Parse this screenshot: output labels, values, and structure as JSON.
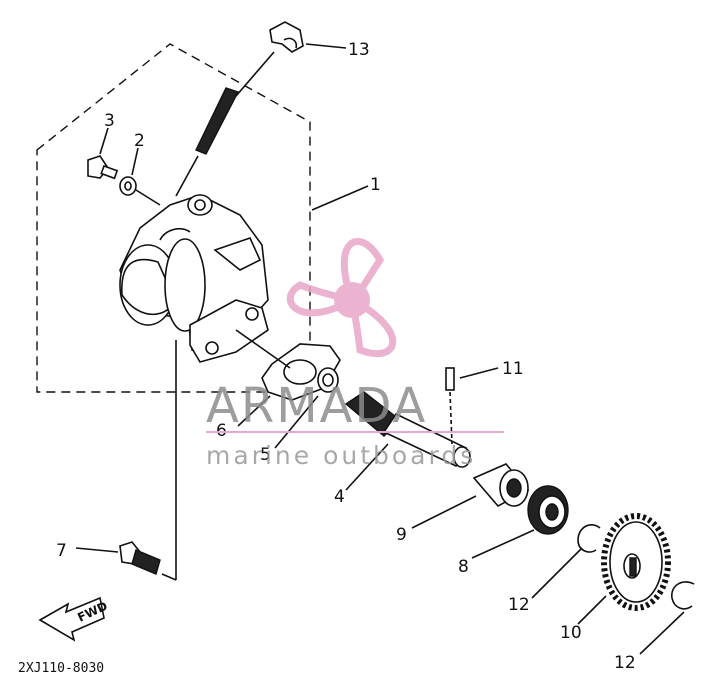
{
  "labels": {
    "p1": "1",
    "p2": "2",
    "p3": "3",
    "p4": "4",
    "p5": "5",
    "p6": "6",
    "p7": "7",
    "p8": "8",
    "p9": "9",
    "p10": "10",
    "p11": "11",
    "p12a": "12",
    "p12b": "12",
    "p13": "13"
  },
  "fwd_label": "FWD",
  "diagram_code": "2XJ110-8030",
  "watermark": {
    "title": "ARMADA",
    "subtitle": "marine outboards",
    "brand_color": "#e8a6c8",
    "text_color": "#8c8c8c"
  }
}
